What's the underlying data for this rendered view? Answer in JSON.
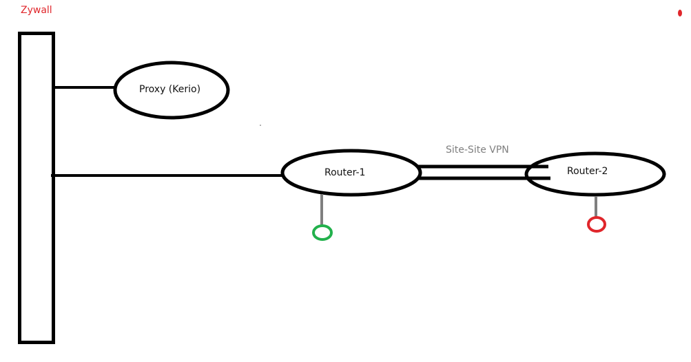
{
  "diagram": {
    "colors": {
      "line": "#000000",
      "title": "#e0262b",
      "vpn_label": "#7f7f7f",
      "stub": "#7f7f7f",
      "status_ok": "#22b14c",
      "status_down": "#e0262b"
    },
    "nodes": {
      "zywall": {
        "label": "Zywall"
      },
      "proxy": {
        "label": "Proxy (Kerio)"
      },
      "router1": {
        "label": "Router-1",
        "status": "up"
      },
      "router2": {
        "label": "Router-2",
        "status": "down"
      }
    },
    "links": [
      {
        "from": "zywall",
        "to": "proxy",
        "type": "lan"
      },
      {
        "from": "zywall",
        "to": "router1",
        "type": "lan"
      },
      {
        "from": "router1",
        "to": "router2",
        "type": "vpn",
        "label": "Site-Site VPN"
      }
    ]
  }
}
